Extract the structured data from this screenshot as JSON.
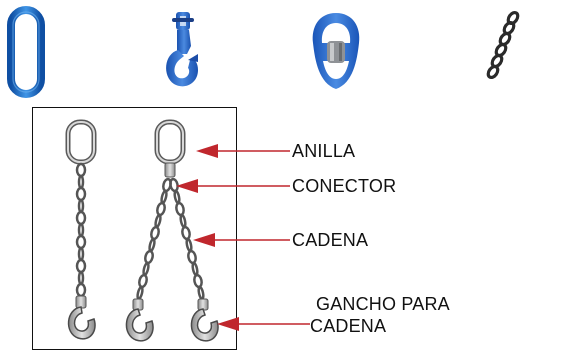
{
  "top_row": {
    "items": [
      {
        "icon": "master-link-icon",
        "color": "#1e73c8"
      },
      {
        "icon": "grab-hook-icon",
        "color": "#2563c6"
      },
      {
        "icon": "connector-link-icon",
        "color": "#2b6ad0"
      },
      {
        "icon": "chain-icon",
        "color": "#2a2a2a"
      }
    ]
  },
  "labels": {
    "anilla": "ANILLA",
    "conector": "CONECTOR",
    "cadena": "CADENA",
    "gancho_line1": "GANCHO PARA",
    "gancho_line2": "CADENA"
  },
  "colors": {
    "arrow": "#c0272d",
    "text": "#111111",
    "box_border": "#111111"
  }
}
